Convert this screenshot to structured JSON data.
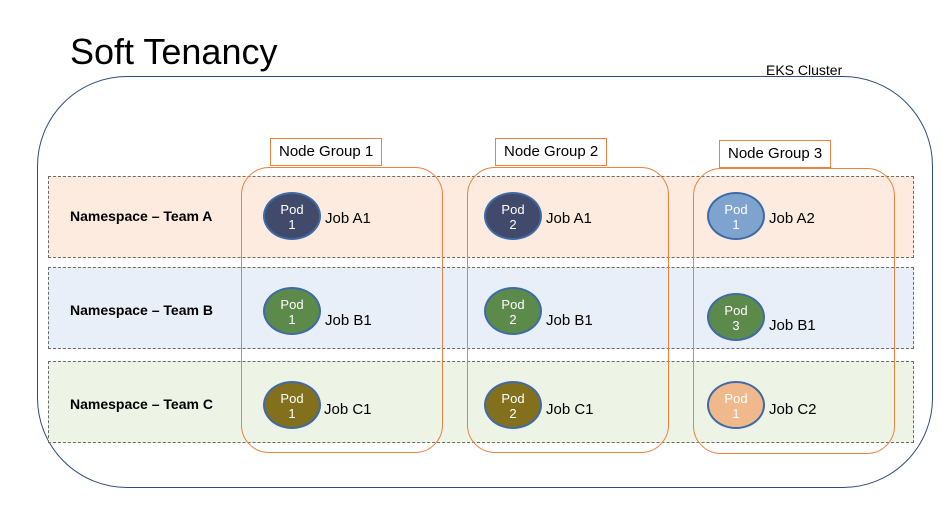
{
  "title": "Soft Tenancy",
  "cluster_label": "EKS Cluster",
  "namespaces": [
    "Namespace – Team A",
    "Namespace – Team B",
    "Namespace – Team C"
  ],
  "node_groups": [
    "Node Group 1",
    "Node Group 2",
    "Node Group 3"
  ],
  "colors": {
    "team_a_pod": "#414a6b",
    "team_a_pod_alt": "#7fa3cf",
    "team_b_pod": "#5c8a4b",
    "team_c_pod": "#83701c",
    "team_c_pod_alt": "#f0b98c",
    "node_group_border": "#e8823f",
    "cluster_border": "#2f4b7c"
  },
  "pods": [
    {
      "line1": "Pod",
      "line2": "1",
      "job": "Job A1"
    },
    {
      "line1": "Pod",
      "line2": "2",
      "job": "Job A1"
    },
    {
      "line1": "Pod",
      "line2": "1",
      "job": "Job A2"
    },
    {
      "line1": "Pod",
      "line2": "1",
      "job": "Job B1"
    },
    {
      "line1": "Pod",
      "line2": "2",
      "job": "Job B1"
    },
    {
      "line1": "Pod",
      "line2": "3",
      "job": "Job B1"
    },
    {
      "line1": "Pod",
      "line2": "1",
      "job": "Job C1"
    },
    {
      "line1": "Pod",
      "line2": "2",
      "job": "Job C1"
    },
    {
      "line1": "Pod",
      "line2": "1",
      "job": "Job C2"
    }
  ]
}
